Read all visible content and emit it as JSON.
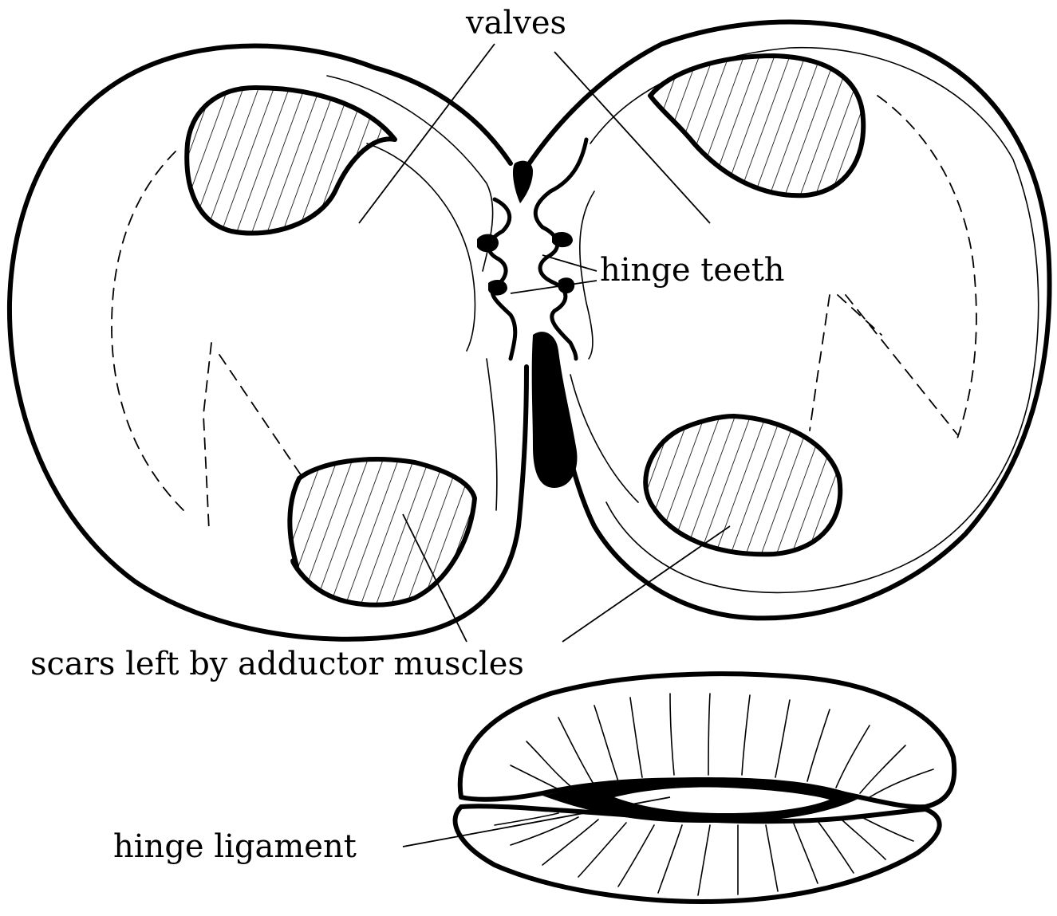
{
  "labels": {
    "valves": "valves",
    "hinge_teeth": "hinge teeth",
    "scars": "scars left by adductor muscles",
    "hinge_ligament": "hinge ligament"
  },
  "colors": {
    "ink": "#000000",
    "paper": "#ffffff"
  }
}
